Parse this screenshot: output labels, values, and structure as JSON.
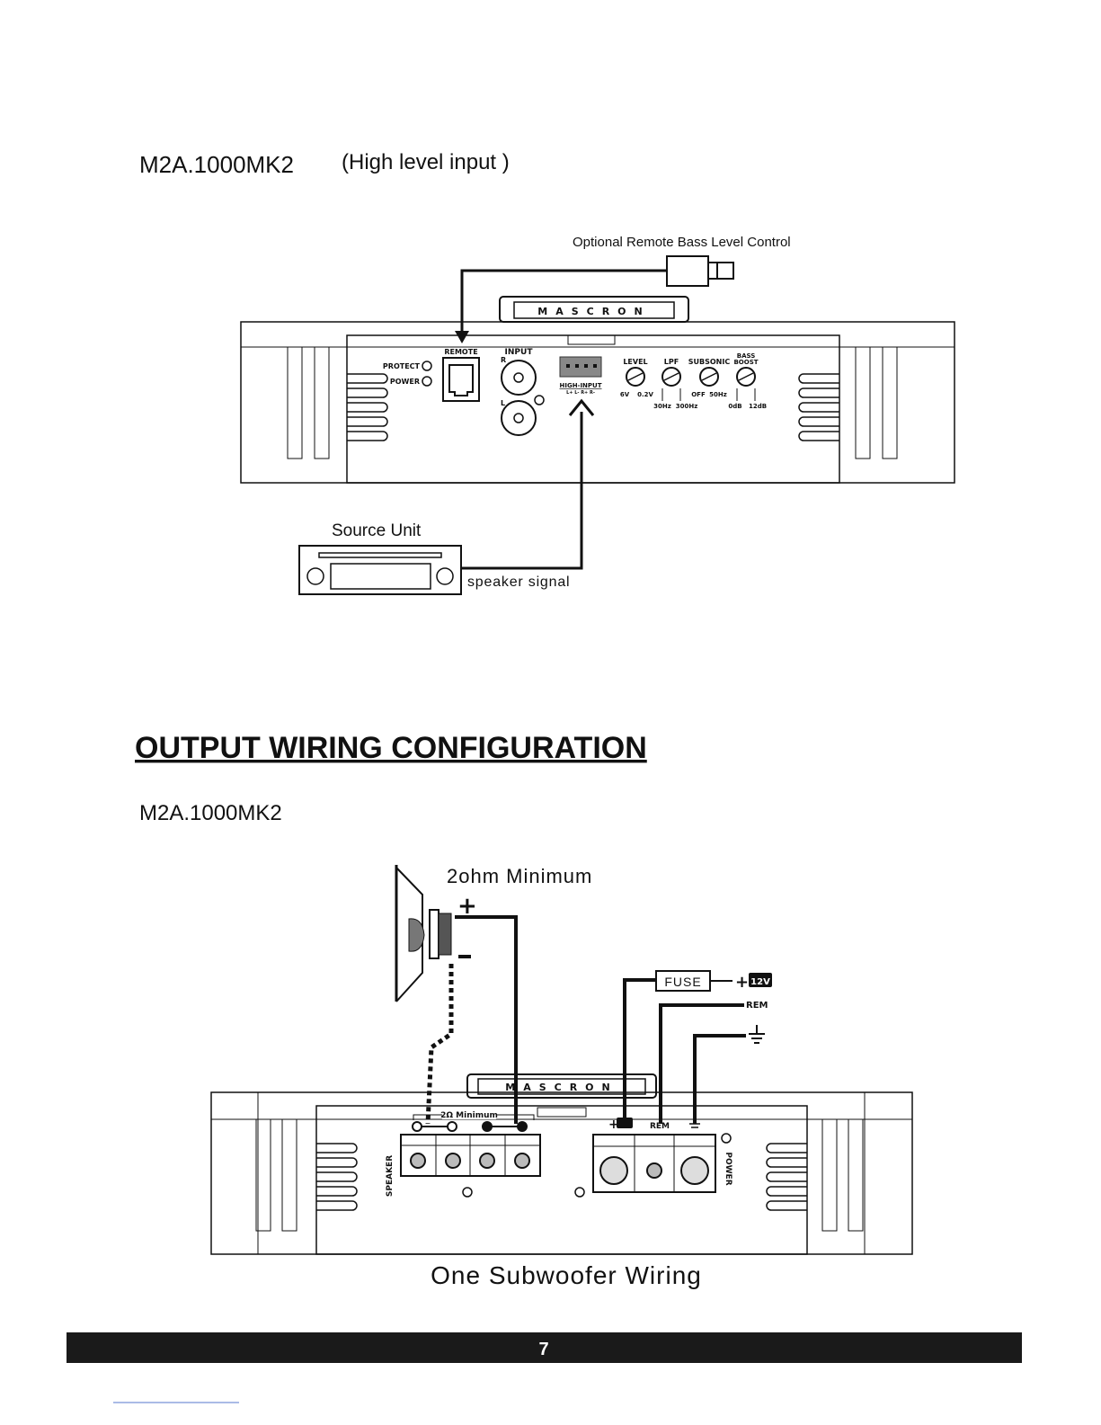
{
  "section1": {
    "model": "M2A.1000MK2",
    "subtitle": "(High level input )",
    "remote_label": "Optional Remote Bass Level Control",
    "source_unit": "Source Unit",
    "speaker_signal": "speaker signal",
    "brand": "MASCRON",
    "panel": {
      "protect": "PROTECT",
      "power": "POWER",
      "remote": "REMOTE",
      "input": "INPUT",
      "r": "R",
      "l": "L",
      "high_input": "HIGH-INPUT",
      "high_pins": "L+ L- R+ R-",
      "level": "LEVEL",
      "level_min": "6V",
      "level_max": "0.2V",
      "lpf": "LPF",
      "lpf_min": "30Hz",
      "lpf_max": "300Hz",
      "subsonic": "SUBSONIC",
      "subsonic_min": "OFF",
      "subsonic_max": "50Hz",
      "bass_boost_1": "BASS",
      "bass_boost_2": "BOOST",
      "bass_min": "0dB",
      "bass_max": "12dB"
    }
  },
  "section2": {
    "heading": "OUTPUT WIRING CONFIGURATION",
    "model": "M2A.1000MK2",
    "ohm_label": "2ohm Minimum",
    "plus": "+",
    "minus": "-",
    "fuse": "FUSE",
    "battery": "12V",
    "rem": "REM",
    "min_label": "2Ω Minimum",
    "speaker": "SPEAKER",
    "power": "POWER",
    "caption": "One Subwoofer Wiring"
  },
  "footer": {
    "page_number": "7"
  }
}
